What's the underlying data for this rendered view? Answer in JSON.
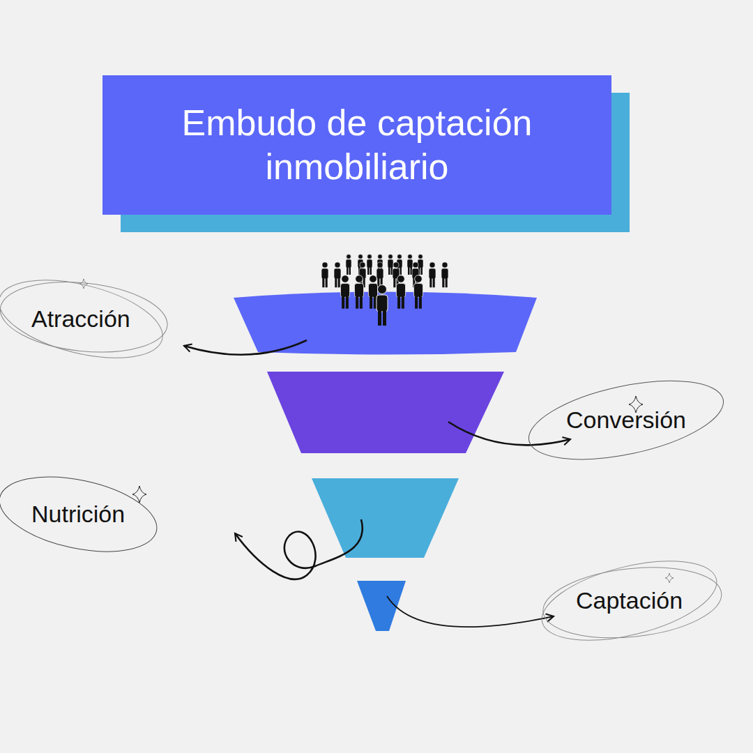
{
  "diagram": {
    "title": "Embudo de captación inmobiliario",
    "nodes": [
      {
        "text": [
          "Atracción"
        ]
      },
      {
        "text": [
          "Conversión"
        ]
      },
      {
        "text": [
          "Nutrición"
        ]
      },
      {
        "text": [
          "Captación"
        ]
      }
    ]
  }
}
